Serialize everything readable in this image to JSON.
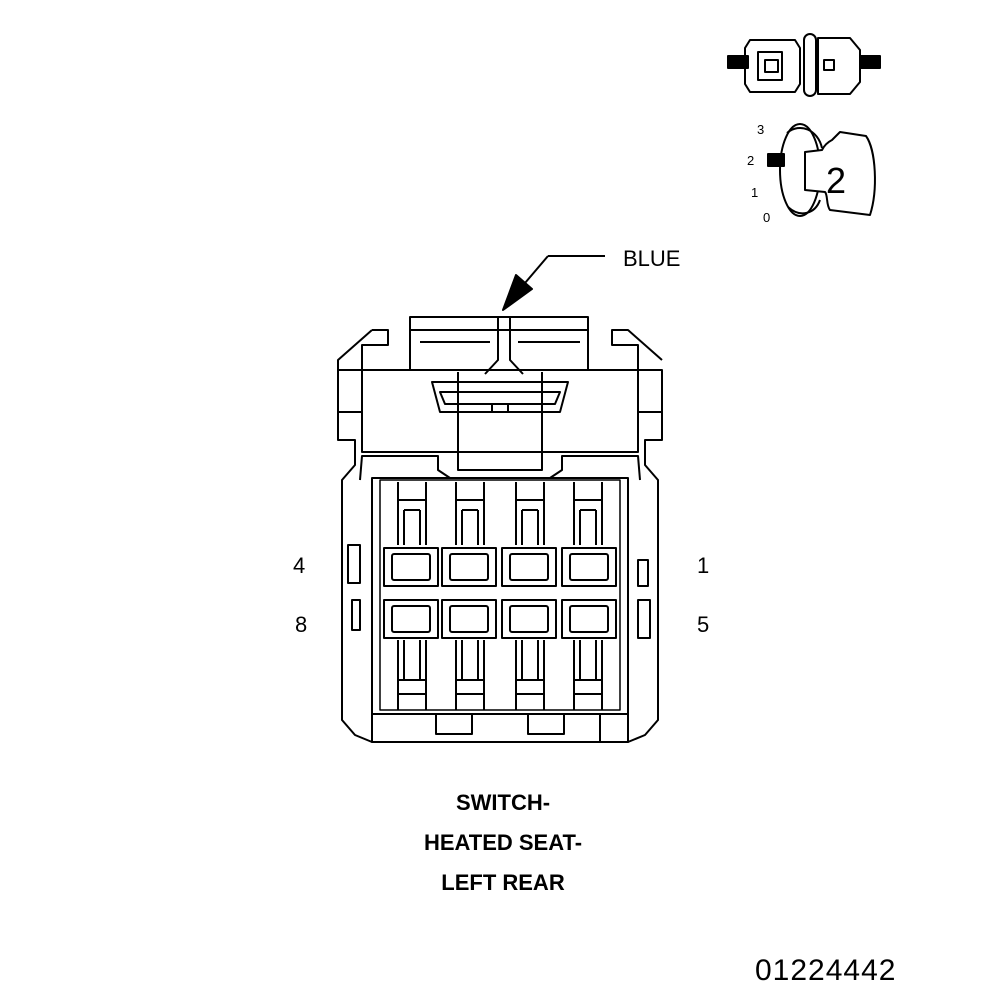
{
  "connector": {
    "color_label": "BLUE",
    "pin_labels": {
      "top_left": "4",
      "top_right": "1",
      "bottom_left": "8",
      "bottom_right": "5"
    },
    "caption": [
      "SWITCH-",
      "HEATED SEAT-",
      "LEFT REAR"
    ]
  },
  "position_indicator": {
    "scale": [
      "3",
      "2",
      "1",
      "0"
    ],
    "value": "2"
  },
  "document_number": "01224442"
}
